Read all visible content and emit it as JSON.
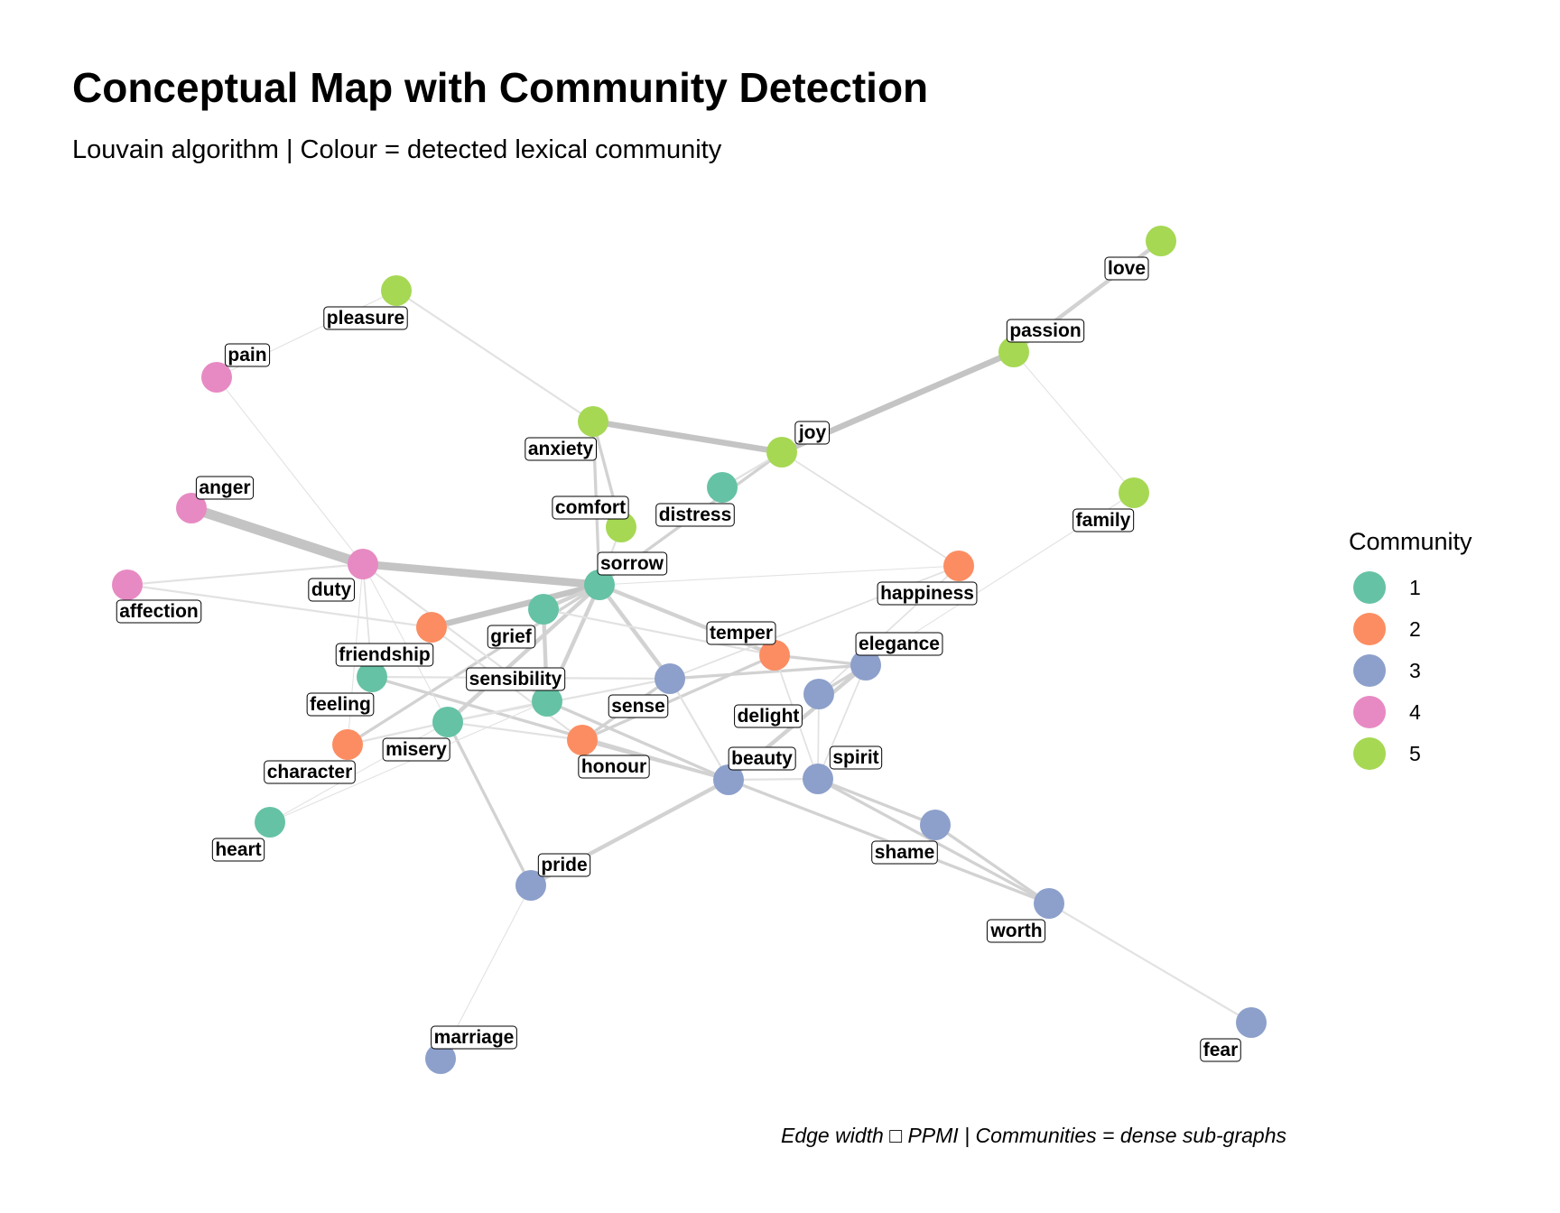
{
  "title": "Conceptual Map with Community Detection",
  "subtitle": "Louvain algorithm | Colour = detected lexical community",
  "caption": "Edge width □ PPMI | Communities = dense sub-graphs",
  "legend": {
    "title": "Community",
    "items": [
      {
        "label": "1",
        "color": "#66c2a5"
      },
      {
        "label": "2",
        "color": "#fc8d62"
      },
      {
        "label": "3",
        "color": "#8da0cb"
      },
      {
        "label": "4",
        "color": "#e78ac3"
      },
      {
        "label": "5",
        "color": "#a6d854"
      }
    ]
  },
  "chart_data": {
    "type": "network",
    "title": "Conceptual Map with Community Detection",
    "subtitle": "Louvain algorithm | Colour = detected lexical community",
    "legend_position": "right",
    "nodes": [
      {
        "id": "love",
        "community": 5
      },
      {
        "id": "passion",
        "community": 5
      },
      {
        "id": "pleasure",
        "community": 5
      },
      {
        "id": "pain",
        "community": 4
      },
      {
        "id": "anxiety",
        "community": 5
      },
      {
        "id": "joy",
        "community": 5
      },
      {
        "id": "anger",
        "community": 4
      },
      {
        "id": "comfort",
        "community": 5
      },
      {
        "id": "distress",
        "community": 1
      },
      {
        "id": "family",
        "community": 5
      },
      {
        "id": "duty",
        "community": 4
      },
      {
        "id": "sorrow",
        "community": 1
      },
      {
        "id": "happiness",
        "community": 2
      },
      {
        "id": "affection",
        "community": 4
      },
      {
        "id": "grief",
        "community": 1
      },
      {
        "id": "friendship",
        "community": 2
      },
      {
        "id": "temper",
        "community": 2
      },
      {
        "id": "elegance",
        "community": 3
      },
      {
        "id": "feeling",
        "community": 1
      },
      {
        "id": "sensibility",
        "community": 1
      },
      {
        "id": "sense",
        "community": 3
      },
      {
        "id": "delight",
        "community": 3
      },
      {
        "id": "misery",
        "community": 1
      },
      {
        "id": "character",
        "community": 2
      },
      {
        "id": "honour",
        "community": 2
      },
      {
        "id": "beauty",
        "community": 3
      },
      {
        "id": "spirit",
        "community": 3
      },
      {
        "id": "heart",
        "community": 1
      },
      {
        "id": "shame",
        "community": 3
      },
      {
        "id": "pride",
        "community": 3
      },
      {
        "id": "worth",
        "community": 3
      },
      {
        "id": "marriage",
        "community": 3
      },
      {
        "id": "fear",
        "community": 3
      }
    ],
    "edges": [
      {
        "source": "anger",
        "target": "duty",
        "weight": 5
      },
      {
        "source": "duty",
        "target": "sorrow",
        "weight": 4
      },
      {
        "source": "anxiety",
        "target": "joy",
        "weight": 3
      },
      {
        "source": "joy",
        "target": "passion",
        "weight": 3
      },
      {
        "source": "passion",
        "target": "love",
        "weight": 2
      },
      {
        "source": "friendship",
        "target": "sorrow",
        "weight": 3
      },
      {
        "source": "grief",
        "target": "sorrow",
        "weight": 2
      },
      {
        "source": "sorrow",
        "target": "sensibility",
        "weight": 2
      },
      {
        "source": "grief",
        "target": "sensibility",
        "weight": 2
      },
      {
        "source": "misery",
        "target": "sorrow",
        "weight": 2
      },
      {
        "source": "beauty",
        "target": "elegance",
        "weight": 2
      },
      {
        "source": "sorrow",
        "target": "sense",
        "weight": 2
      },
      {
        "source": "sorrow",
        "target": "temper",
        "weight": 2
      },
      {
        "source": "joy",
        "target": "sorrow",
        "weight": 1.5
      },
      {
        "source": "joy",
        "target": "distress",
        "weight": 1
      },
      {
        "source": "anxiety",
        "target": "comfort",
        "weight": 1.5
      },
      {
        "source": "anxiety",
        "target": "sorrow",
        "weight": 1.5
      },
      {
        "source": "pleasure",
        "target": "anxiety",
        "weight": 1
      },
      {
        "source": "pleasure",
        "target": "pain",
        "weight": 0.5
      },
      {
        "source": "pain",
        "target": "duty",
        "weight": 0.5
      },
      {
        "source": "affection",
        "target": "duty",
        "weight": 1
      },
      {
        "source": "affection",
        "target": "friendship",
        "weight": 1
      },
      {
        "source": "joy",
        "target": "happiness",
        "weight": 0.8
      },
      {
        "source": "passion",
        "target": "family",
        "weight": 0.5
      },
      {
        "source": "family",
        "target": "delight",
        "weight": 0.5
      },
      {
        "source": "happiness",
        "target": "sense",
        "weight": 0.8
      },
      {
        "source": "happiness",
        "target": "delight",
        "weight": 0.8
      },
      {
        "source": "sorrow",
        "target": "happiness",
        "weight": 0.5
      },
      {
        "source": "sense",
        "target": "elegance",
        "weight": 1.5
      },
      {
        "source": "temper",
        "target": "elegance",
        "weight": 1.5
      },
      {
        "source": "honour",
        "target": "temper",
        "weight": 1.5
      },
      {
        "source": "delight",
        "target": "elegance",
        "weight": 1.5
      },
      {
        "source": "temper",
        "target": "spirit",
        "weight": 0.8
      },
      {
        "source": "elegance",
        "target": "spirit",
        "weight": 0.8
      },
      {
        "source": "delight",
        "target": "spirit",
        "weight": 0.8
      },
      {
        "source": "sense",
        "target": "beauty",
        "weight": 1
      },
      {
        "source": "honour",
        "target": "sense",
        "weight": 1.5
      },
      {
        "source": "honour",
        "target": "beauty",
        "weight": 1.5
      },
      {
        "source": "feeling",
        "target": "beauty",
        "weight": 1.5
      },
      {
        "source": "sensibility",
        "target": "beauty",
        "weight": 1.5
      },
      {
        "source": "misery",
        "target": "honour",
        "weight": 1
      },
      {
        "source": "misery",
        "target": "sensibility",
        "weight": 1
      },
      {
        "source": "misery",
        "target": "sense",
        "weight": 1
      },
      {
        "source": "misery",
        "target": "pride",
        "weight": 1.5
      },
      {
        "source": "pride",
        "target": "beauty",
        "weight": 2
      },
      {
        "source": "pride",
        "target": "marriage",
        "weight": 0.5
      },
      {
        "source": "beauty",
        "target": "spirit",
        "weight": 1
      },
      {
        "source": "beauty",
        "target": "worth",
        "weight": 1.5
      },
      {
        "source": "spirit",
        "target": "shame",
        "weight": 1.5
      },
      {
        "source": "spirit",
        "target": "worth",
        "weight": 1.5
      },
      {
        "source": "shame",
        "target": "worth",
        "weight": 1.5
      },
      {
        "source": "worth",
        "target": "fear",
        "weight": 1
      },
      {
        "source": "character",
        "target": "misery",
        "weight": 1
      },
      {
        "source": "character",
        "target": "sorrow",
        "weight": 1.5
      },
      {
        "source": "heart",
        "target": "misery",
        "weight": 0.5
      },
      {
        "source": "heart",
        "target": "sensibility",
        "weight": 0.5
      },
      {
        "source": "duty",
        "target": "feeling",
        "weight": 0.8
      },
      {
        "source": "duty",
        "target": "misery",
        "weight": 0.5
      },
      {
        "source": "duty",
        "target": "character",
        "weight": 0.5
      },
      {
        "source": "duty",
        "target": "sensibility",
        "weight": 1
      },
      {
        "source": "feeling",
        "target": "sense",
        "weight": 1
      },
      {
        "source": "friendship",
        "target": "honour",
        "weight": 1
      },
      {
        "source": "grief",
        "target": "temper",
        "weight": 1
      },
      {
        "source": "comfort",
        "target": "sorrow",
        "weight": 1
      }
    ]
  }
}
